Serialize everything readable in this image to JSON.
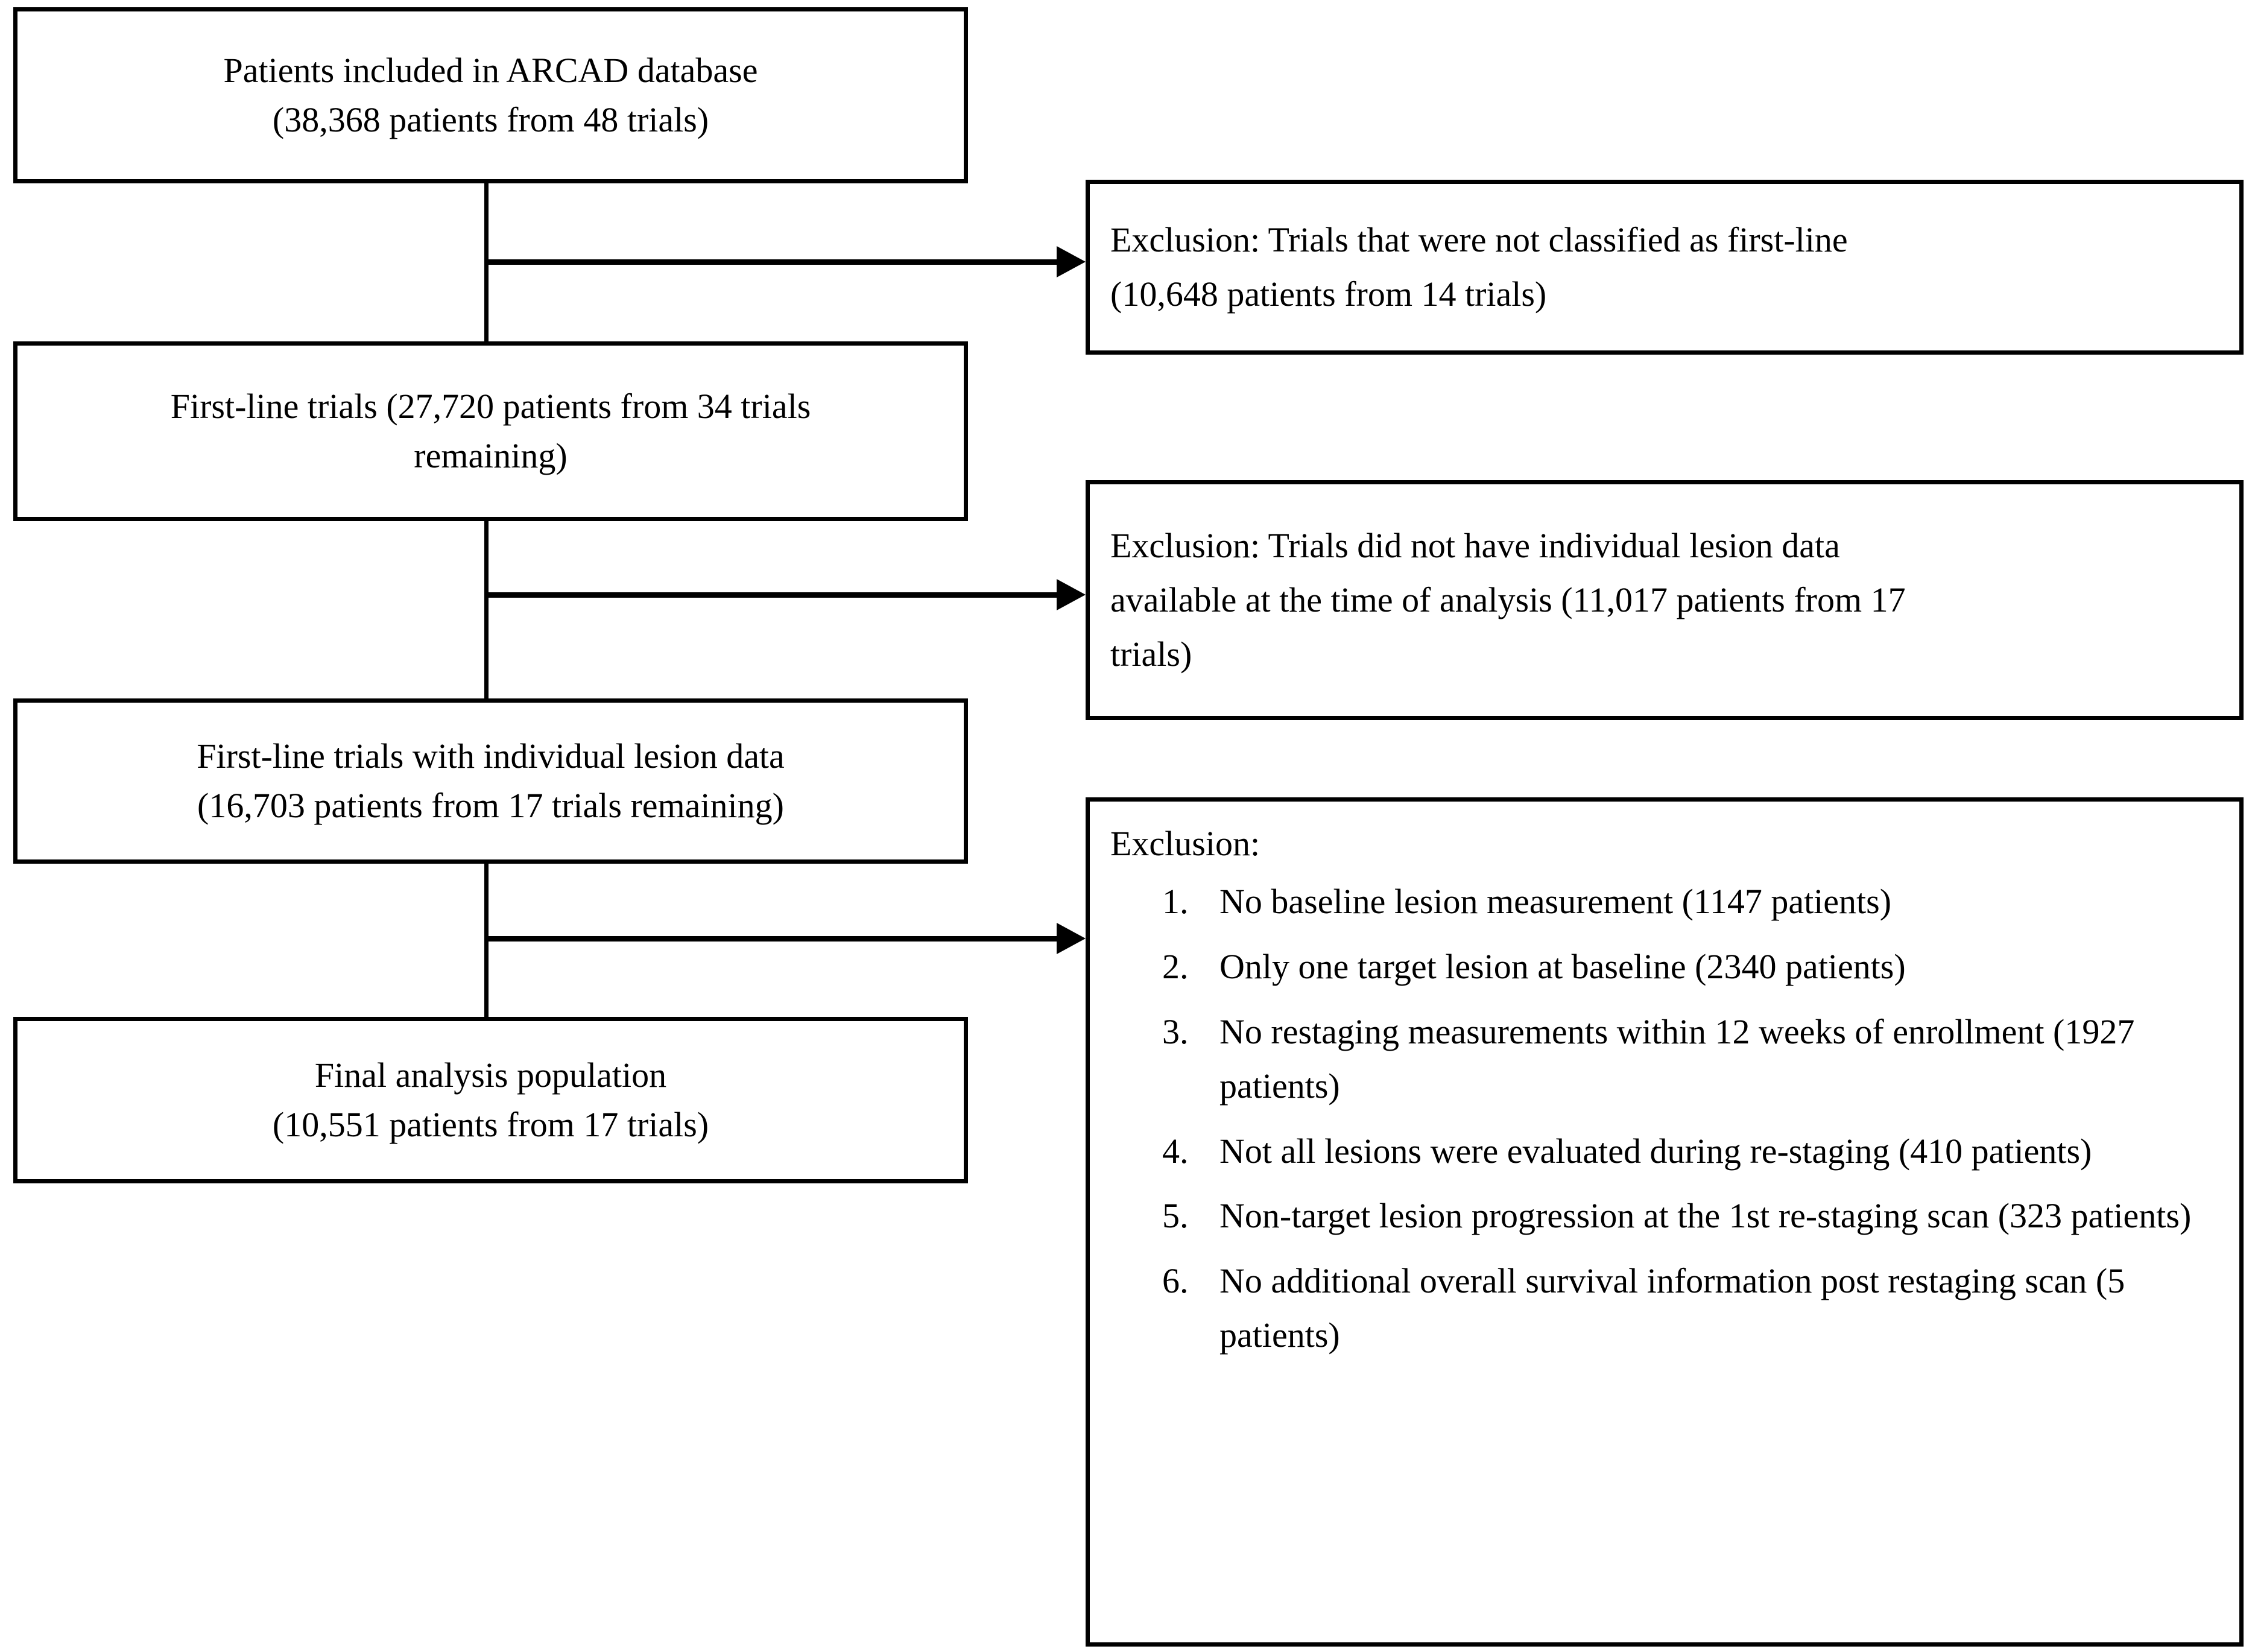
{
  "diagram": {
    "title": "CONSORT-style patient flow diagram",
    "line_color": "#000000",
    "background_color": "#ffffff",
    "nodes": {
      "source": {
        "line1": "Patients included in ARCAD database",
        "line2": "(38,368 patients from 48 trials)"
      },
      "firstline": {
        "line1": "First-line trials (27,720 patients from 34 trials",
        "line2": "remaining)"
      },
      "lesion": {
        "line1": "First-line trials with individual lesion data",
        "line2": "(16,703 patients from 17 trials remaining)"
      },
      "final": {
        "line1": "Final analysis population",
        "line2": "(10,551 patients from 17 trials)"
      }
    },
    "exclusions": {
      "not_first_line": {
        "line1": "Exclusion: Trials that were not classified as first-line",
        "line2": "(10,648 patients from 14 trials)"
      },
      "no_lesion_data": {
        "line1": "Exclusion: Trials did not have individual lesion data",
        "line2": "available at the time of analysis (11,017 patients from 17",
        "line3": "trials)"
      },
      "final_exclusions": {
        "heading": "Exclusion:",
        "items": [
          {
            "num": "1.",
            "text": "No baseline lesion measurement (1147 patients)"
          },
          {
            "num": "2.",
            "text": "Only one target lesion at baseline (2340 patients)"
          },
          {
            "num": "3.",
            "text": "No restaging measurements within 12 weeks of enrollment (1927 patients)"
          },
          {
            "num": "4.",
            "text": "Not all lesions were evaluated during re-staging (410 patients)"
          },
          {
            "num": "5.",
            "text": "Non-target lesion progression at the 1st re-staging scan (323 patients)"
          },
          {
            "num": "6.",
            "text": "No additional overall survival information post restaging scan (5 patients)"
          }
        ]
      }
    }
  }
}
